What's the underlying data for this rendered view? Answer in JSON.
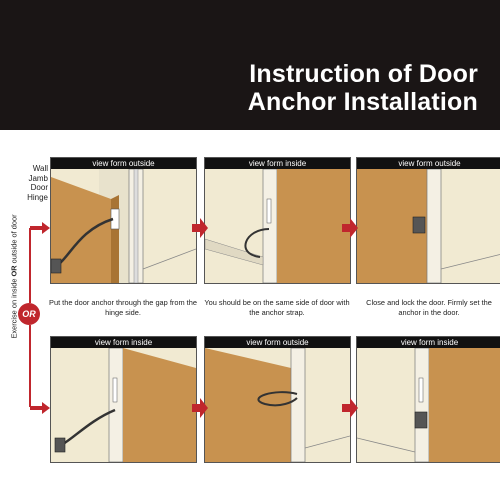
{
  "title": {
    "line1": "Instruction of Door",
    "line2": "Anchor Installation"
  },
  "labels": {
    "wall": "Wall",
    "jamb": "Jamb",
    "door": "Door",
    "hinge": "Hinge"
  },
  "side_text": {
    "before": "Exercise on inside ",
    "or": "OR",
    "after": " outside of door"
  },
  "or_badge": "OR",
  "panels": [
    {
      "header": "view form outside"
    },
    {
      "header": "view form inside"
    },
    {
      "header": "view form outside"
    },
    {
      "header": "view form inside"
    },
    {
      "header": "view form outside"
    },
    {
      "header": "view form inside"
    }
  ],
  "captions": {
    "step1": "Put the door anchor through the gap from the hinge side.",
    "step2": "You should be on the same side of door with the anchor strap.",
    "step3": "Close and lock the door. Firmly set the anchor in the door."
  },
  "colors": {
    "header_bg": "#1a1515",
    "door": "#c8924f",
    "wall": "#f1ead2",
    "arrow": "#c0262d"
  }
}
